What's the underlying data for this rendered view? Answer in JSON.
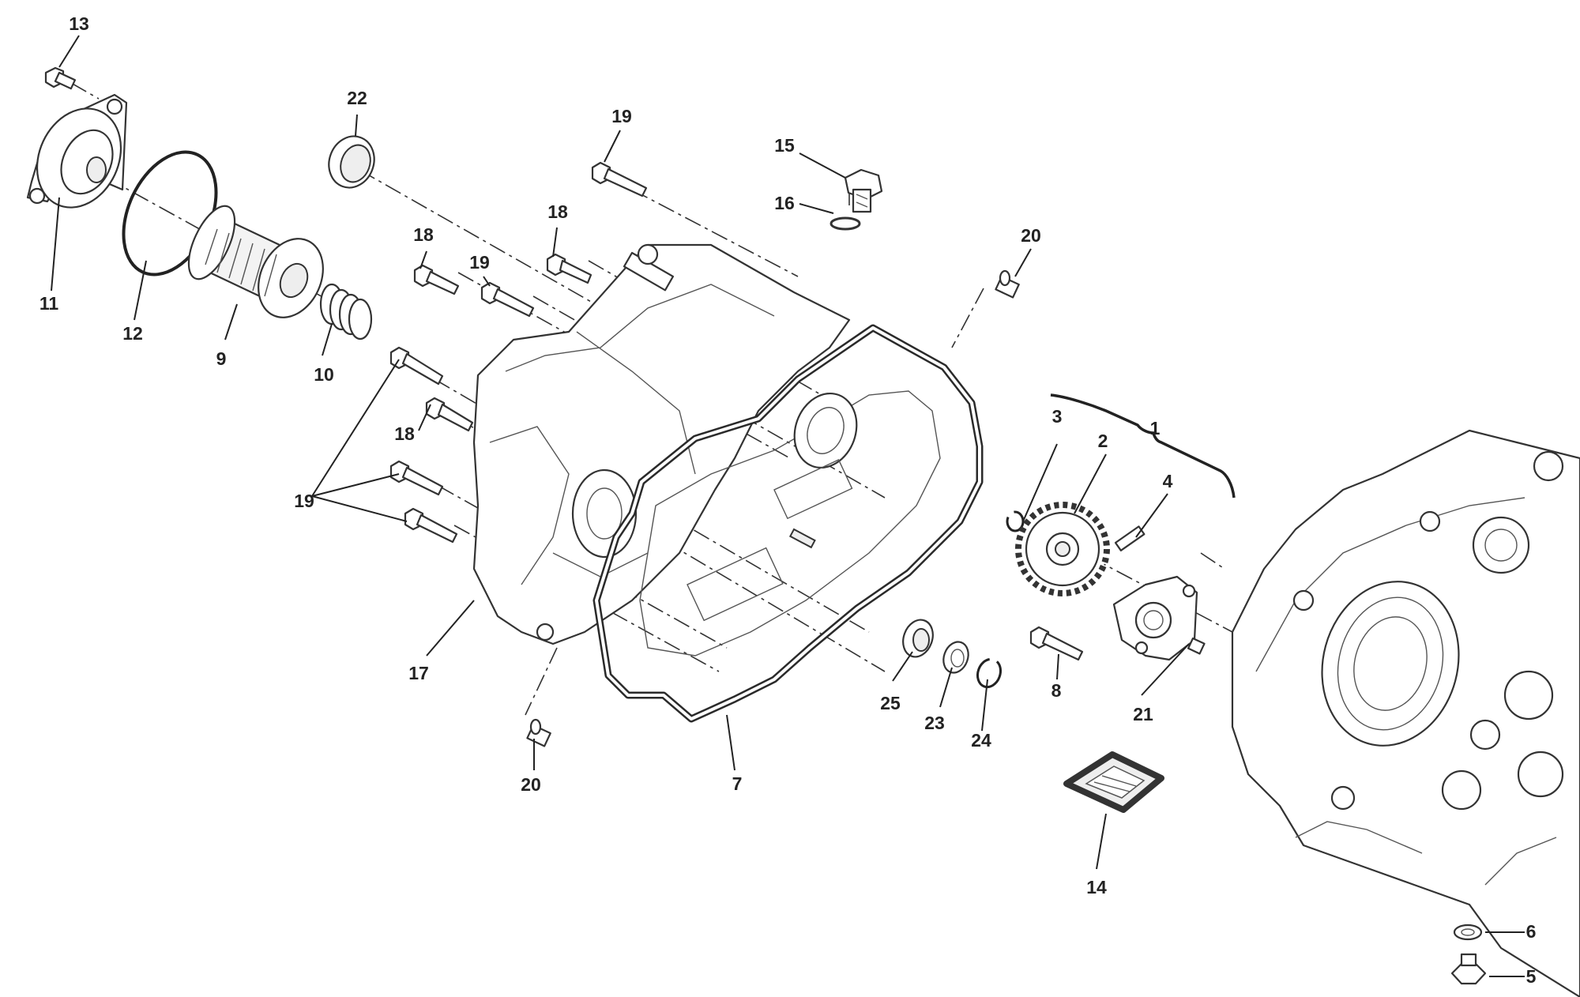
{
  "callouts": {
    "c1": "1",
    "c2": "2",
    "c3": "3",
    "c4": "4",
    "c5": "5",
    "c6": "6",
    "c7": "7",
    "c8": "8",
    "c9": "9",
    "c10": "10",
    "c11": "11",
    "c12": "12",
    "c13": "13",
    "c14": "14",
    "c15": "15",
    "c16": "16",
    "c17": "17",
    "c18a": "18",
    "c18b": "18",
    "c18c": "18",
    "c19a": "19",
    "c19b": "19",
    "c19c": "19",
    "c20a": "20",
    "c20b": "20",
    "c21": "21",
    "c22": "22",
    "c23": "23",
    "c24": "24",
    "c25": "25"
  }
}
